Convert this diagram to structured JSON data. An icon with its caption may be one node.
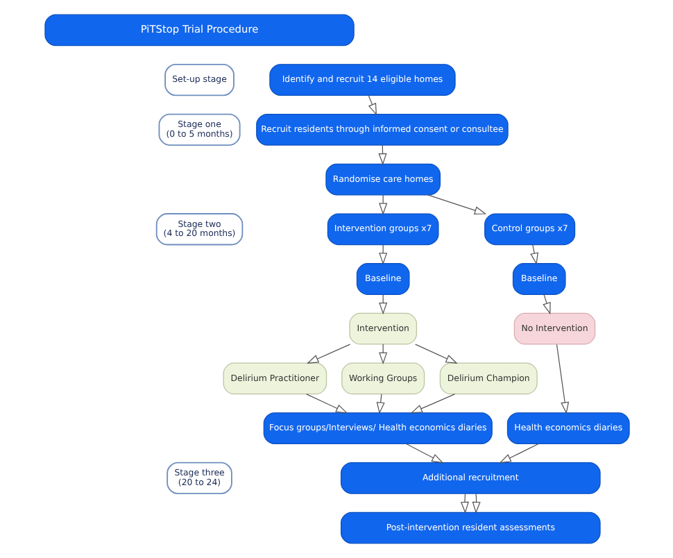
{
  "diagram": {
    "nodes": [
      {
        "text": [
          "PiTStop Trial Procedure"
        ]
      },
      {
        "text": [
          "Set-up stage"
        ]
      },
      {
        "text": [
          "Identify and recruit 14 eligible homes"
        ]
      },
      {
        "text": [
          "Stage one",
          "(0 to 5 months)"
        ]
      },
      {
        "text": [
          "Recruit residents through informed consent or consultee"
        ]
      },
      {
        "text": [
          "Randomise care homes"
        ]
      },
      {
        "text": [
          "Stage two",
          "(4 to 20 months)"
        ]
      },
      {
        "text": [
          "Intervention groups x7"
        ]
      },
      {
        "text": [
          "Control groups x7"
        ]
      },
      {
        "text": [
          "Baseline"
        ]
      },
      {
        "text": [
          "Baseline"
        ]
      },
      {
        "text": [
          "Intervention"
        ]
      },
      {
        "text": [
          "No Intervention"
        ]
      },
      {
        "text": [
          "Delirium Practitioner"
        ]
      },
      {
        "text": [
          "Working Groups"
        ]
      },
      {
        "text": [
          "Delirium Champion"
        ]
      },
      {
        "text": [
          "Focus groups/Interviews/ Health economics diaries"
        ]
      },
      {
        "text": [
          "Health economics diaries"
        ]
      },
      {
        "text": [
          "Stage three",
          "(20 to 24)"
        ]
      },
      {
        "text": [
          "Additional recruitment"
        ]
      },
      {
        "text": [
          "Post-intervention resident assessments"
        ]
      }
    ],
    "edges": [
      {
        "from": 2,
        "to": 4,
        "arrow": "to"
      },
      {
        "from": 4,
        "to": 5,
        "arrow": "to"
      },
      {
        "from": 5,
        "to": 7,
        "arrow": "to"
      },
      {
        "from": 5,
        "to": 8,
        "arrow": "to"
      },
      {
        "from": 7,
        "to": 9,
        "arrow": "to"
      },
      {
        "from": 8,
        "to": 10,
        "arrow": "to"
      },
      {
        "from": 9,
        "to": 11,
        "arrow": "to"
      },
      {
        "from": 10,
        "to": 12,
        "arrow": "to"
      },
      {
        "from": 11,
        "to": 13,
        "arrow": "to"
      },
      {
        "from": 11,
        "to": 14,
        "arrow": "to"
      },
      {
        "from": 11,
        "to": 15,
        "arrow": "to"
      },
      {
        "from": 13,
        "to": 16,
        "arrow": "to"
      },
      {
        "from": 14,
        "to": 16,
        "arrow": "to"
      },
      {
        "from": 15,
        "to": 16,
        "arrow": "to"
      },
      {
        "from": 12,
        "to": 17,
        "arrow": "to"
      },
      {
        "from": 16,
        "to": 19,
        "arrow": "to"
      },
      {
        "from": 17,
        "to": 19,
        "arrow": "to"
      },
      {
        "from": 19,
        "to": 20,
        "arrow": "to"
      },
      {
        "from": 19,
        "to": 20,
        "arrow": "to"
      }
    ]
  }
}
